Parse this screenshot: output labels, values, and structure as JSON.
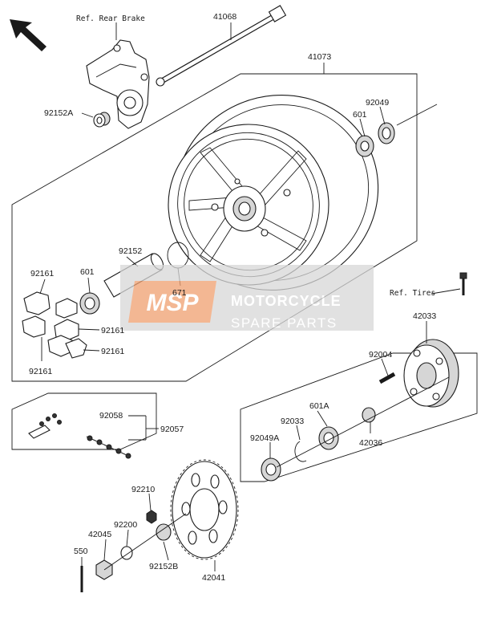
{
  "refs": {
    "rear_brake": "Ref. Rear Brake",
    "tires": "Ref. Tires"
  },
  "parts": {
    "p41068": "41068",
    "p41073": "41073",
    "p92152A": "92152A",
    "p92049": "92049",
    "p601_right": "601",
    "p92152": "92152",
    "p92161_a": "92161",
    "p601_left": "601",
    "p671": "671",
    "p92161_b": "92161",
    "p92161_c": "92161",
    "p92161_d": "92161",
    "p42033": "42033",
    "p92004": "92004",
    "p92058": "92058",
    "p92057": "92057",
    "p92033": "92033",
    "p601A": "601A",
    "p92049A": "92049A",
    "p42036": "42036",
    "p92210": "92210",
    "p92200": "92200",
    "p42045": "42045",
    "p550": "550",
    "p92152B": "92152B",
    "p42041": "42041"
  },
  "watermark": {
    "logo": "MSP",
    "line1": "MOTORCYCLE",
    "line2": "SPARE PARTS"
  },
  "colors": {
    "watermark_orange": "#f0a070",
    "watermark_gray": "#d8d8d8"
  }
}
